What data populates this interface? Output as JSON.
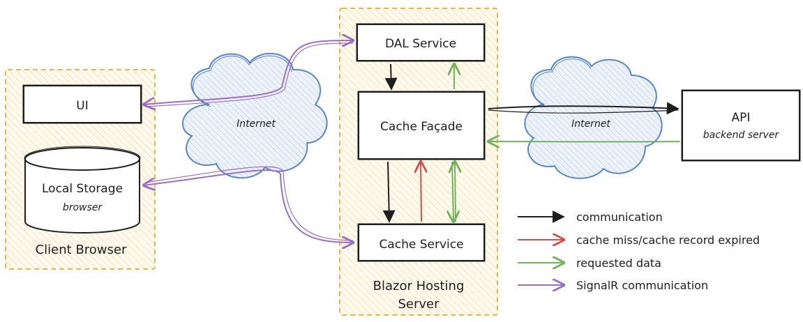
{
  "client": {
    "group_label": "Client Browser",
    "ui_label": "UI",
    "storage_label": "Local Storage",
    "storage_sublabel": "browser"
  },
  "clouds": {
    "left_label": "Internet",
    "right_label": "Internet"
  },
  "server": {
    "group_label_line1": "Blazor Hosting",
    "group_label_line2": "Server",
    "dal_label": "DAL Service",
    "facade_label": "Cache Façade",
    "cache_service_label": "Cache Service"
  },
  "api": {
    "label": "API",
    "sublabel": "backend server"
  },
  "legend": [
    {
      "label": "communication",
      "color": "#1e1e1e"
    },
    {
      "label": "cache miss/cache record expired",
      "color": "#c9524d"
    },
    {
      "label": "requested data",
      "color": "#6fb35a"
    },
    {
      "label": "SignalR communication",
      "color": "#9a6fbf"
    }
  ],
  "colors": {
    "group_border": "#e0b94a",
    "group_fill": "#fbeec7",
    "cloud_stroke": "#5b86c0",
    "cloud_fill": "#cfdcf2",
    "black": "#1e1e1e",
    "red": "#c9524d",
    "green": "#6fb35a",
    "purple": "#9a6fbf"
  }
}
